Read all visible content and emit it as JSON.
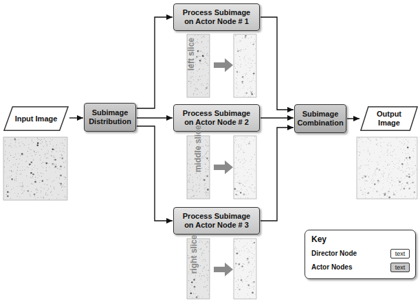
{
  "diagram": {
    "nodes": [
      {
        "text": [
          "Input Image"
        ]
      },
      {
        "text": [
          "Subimage Distribution"
        ]
      },
      {
        "text": [
          "Process Subimage on Actor Node # 1"
        ]
      },
      {
        "text": [
          "Process Subimage on Actor Node # 2"
        ]
      },
      {
        "text": [
          "Process Subimage on Actor Node # 3"
        ]
      },
      {
        "text": [
          "Subimage Combination"
        ]
      },
      {
        "text": [
          "Output Image"
        ]
      }
    ],
    "edges": [
      {
        "from": 0,
        "to": 1,
        "arrow": "to"
      },
      {
        "from": 1,
        "to": 2,
        "arrow": "to"
      },
      {
        "from": 1,
        "to": 3,
        "arrow": "to"
      },
      {
        "from": 1,
        "to": 4,
        "arrow": "to"
      },
      {
        "from": 2,
        "to": 5,
        "arrow": "to"
      },
      {
        "from": 3,
        "to": 5,
        "arrow": "to"
      },
      {
        "from": 4,
        "to": 5,
        "arrow": "to"
      },
      {
        "from": 5,
        "to": 6,
        "arrow": "to"
      }
    ],
    "labels": [
      "left slice",
      "middle slice",
      "right slice",
      "Key",
      "text",
      "text"
    ],
    "legend": [
      {
        "text": "Director Node",
        "color": "#ffffff"
      },
      {
        "text": "Actor Nodes",
        "color": "#c8c8c8"
      }
    ]
  }
}
